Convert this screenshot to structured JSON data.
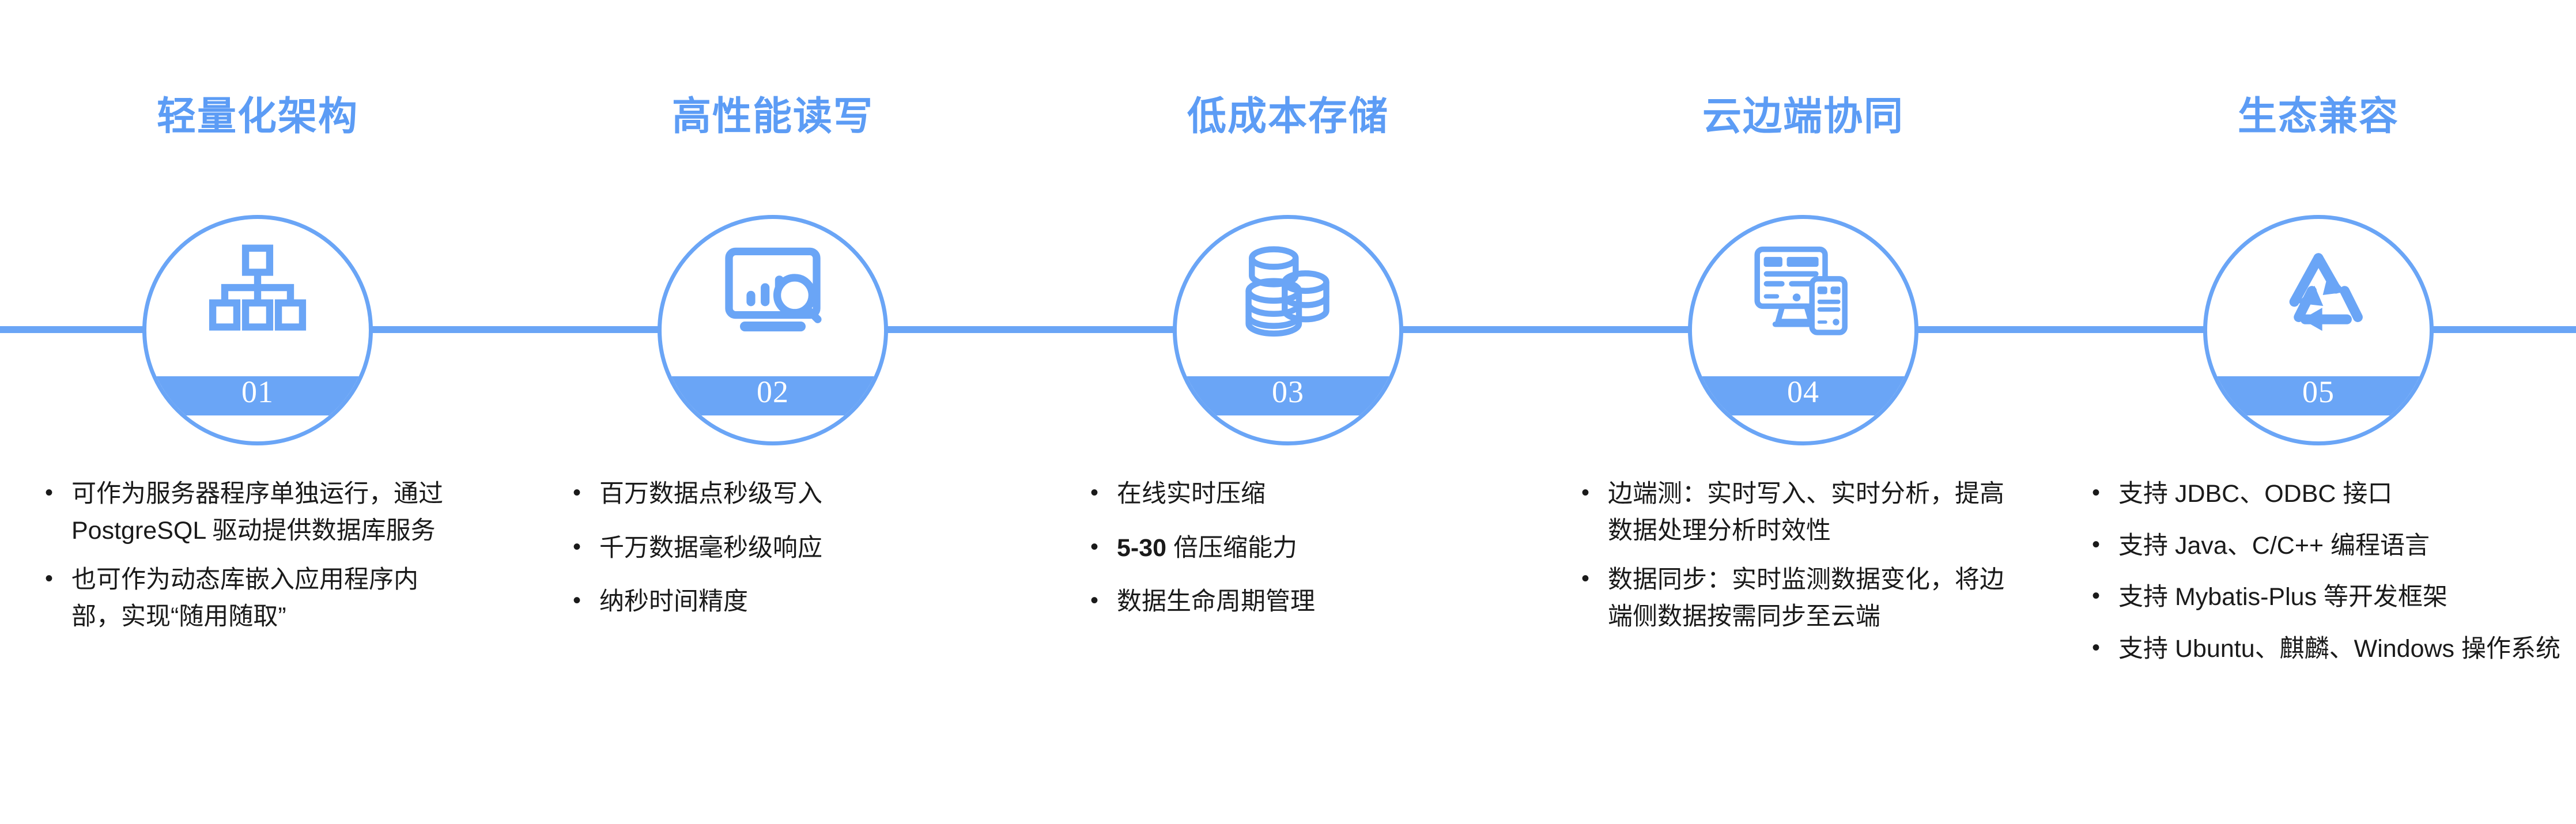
{
  "theme": {
    "accent": "#6AA5F6",
    "title_color": "#5C9CF5",
    "text_color": "#1A1A1A",
    "badge_text_color": "#FFFFFF",
    "background": "#FFFFFF"
  },
  "columns": [
    {
      "number": "01",
      "title": "轻量化架构",
      "icon": "org-chart-icon",
      "bullets": [
        "可作为服务器程序单独运行，通过 PostgreSQL 驱动提供数据库服务",
        "也可作为动态库嵌入应用程序内部，实现“随用随取”"
      ]
    },
    {
      "number": "02",
      "title": "高性能读写",
      "icon": "dashboard-search-icon",
      "bullets": [
        "百万数据点秒级写入",
        "千万数据毫秒级响应",
        "纳秒时间精度"
      ]
    },
    {
      "number": "03",
      "title": "低成本存储",
      "icon": "database-stack-icon",
      "bullets": [
        "在线实时压缩",
        "5-30 倍压缩能力",
        "数据生命周期管理"
      ]
    },
    {
      "number": "04",
      "title": "云边端协同",
      "icon": "desktop-mobile-icon",
      "bullets": [
        "边端测：实时写入、实时分析，提高数据处理分析时效性",
        "数据同步：实时监测数据变化，将边端侧数据按需同步至云端"
      ]
    },
    {
      "number": "05",
      "title": "生态兼容",
      "icon": "recycle-arrows-icon",
      "bullets": [
        "支持 JDBC、ODBC 接口",
        "支持 Java、C/C++ 编程语言",
        "支持 Mybatis-Plus 等开发框架",
        "支持 Ubuntu、麒麟、Windows 操作系统"
      ]
    }
  ]
}
